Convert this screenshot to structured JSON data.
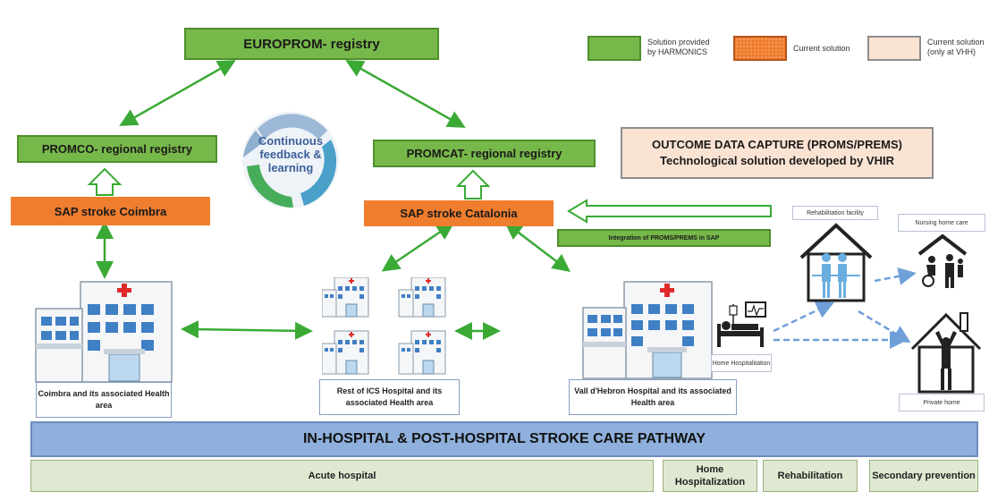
{
  "registries": {
    "europrom": "EUROPROM- registry",
    "promco": "PROMCO- regional registry",
    "promcat": "PROMCAT- regional registry"
  },
  "sap": {
    "coimbra": "SAP stroke Coimbra",
    "catalonia": "SAP stroke Catalonia"
  },
  "integration_label": "Integration of PROMS/PREMS in SAP",
  "outcome": {
    "line1": "OUTCOME DATA CAPTURE (PROMS/PREMS)",
    "line2": "Technological solution developed by VHIR"
  },
  "legend": {
    "harmonics": "Solution provided by HARMONICS",
    "current": "Current solution",
    "current_vhh": "Current solution (only at VHH)"
  },
  "cycle_text": [
    "Continuous",
    "feedback &",
    "learning"
  ],
  "hospitals": {
    "coimbra": "Coimbra and its associated Health area",
    "ics": "Rest of ICS Hospital and its associated Health area",
    "vall": "Vall d'Hebron Hospital and its associated Health area"
  },
  "home_hospitalization_label": "Home Hospitalitation",
  "care_settings": {
    "rehab": "Rehabilitation facility",
    "nursing": "Nursing home care",
    "private": "Private home"
  },
  "pathway": {
    "title": "IN-HOSPITAL & POST-HOSPITAL STROKE CARE PATHWAY",
    "cells": [
      "Acute hospital",
      "Home Hospitalization",
      "Rehabilitation",
      "Secondary prevention"
    ]
  },
  "colors": {
    "harmonics_green": "#77b84a",
    "current_orange": "#ef7d2e",
    "vhh_peach": "#fbe3d3",
    "arrow_green": "#3aaa35",
    "pathway_blue": "#8fb0dc",
    "pathway_cell": "#dfe9d2"
  }
}
